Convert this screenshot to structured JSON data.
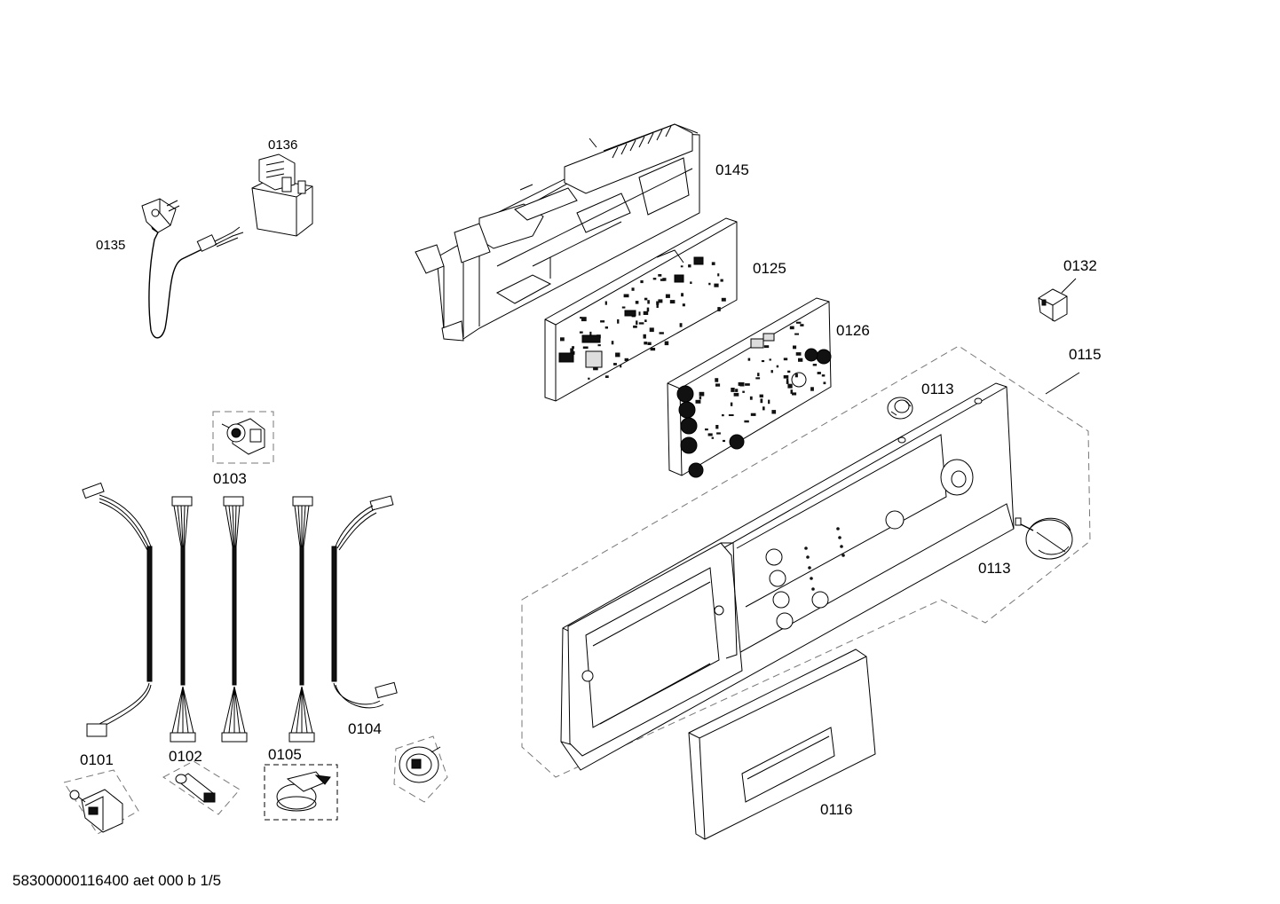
{
  "parts": {
    "p0136": "0136",
    "p0135": "0135",
    "p0145": "0145",
    "p0125": "0125",
    "p0126": "0126",
    "p0132": "0132",
    "p0115": "0115",
    "p0113a": "0113",
    "p0113b": "0113",
    "p0103": "0103",
    "p0101": "0101",
    "p0102": "0102",
    "p0105": "0105",
    "p0104": "0104",
    "p0116": "0116"
  },
  "footer": "58300000116400 aet 000 b 1/5"
}
